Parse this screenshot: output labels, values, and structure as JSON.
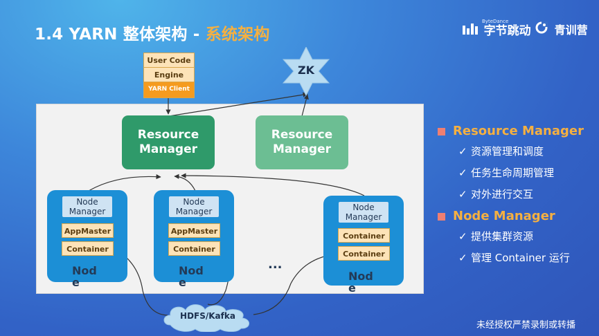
{
  "header": {
    "title_main": "1.4 YARN 整体架构 - ",
    "title_accent": "系统架构",
    "logo1_sub": "ByteDance",
    "logo1_text": "字节跳动",
    "logo2_text": "青训营"
  },
  "client_stack": [
    "User Code",
    "Engine",
    "YARN Client"
  ],
  "zk_label": "ZK",
  "resource_managers": [
    {
      "label": "Resource Manager"
    },
    {
      "label": "Resource Manager"
    }
  ],
  "nodes": [
    {
      "manager": "Node Manager",
      "boxes": [
        "AppMaster",
        "Container"
      ],
      "label": "Node"
    },
    {
      "manager": "Node Manager",
      "boxes": [
        "AppMaster",
        "Container"
      ],
      "label": "Node"
    },
    {
      "manager": "Node Manager",
      "boxes": [
        "Container",
        "Container"
      ],
      "label": "Node"
    }
  ],
  "ellipsis": "...",
  "storage_label": "HDFS/Kafka",
  "bullets": [
    {
      "title": "Resource Manager",
      "items": [
        "资源管理和调度",
        "任务生命周期管理",
        "对外进行交互"
      ]
    },
    {
      "title": "Node Manager",
      "items": [
        "提供集群资源",
        "管理 Container 运行"
      ]
    }
  ],
  "footer_note": "未经授权严禁录制或转播",
  "colors": {
    "title_accent": "#f5b041",
    "rm_active": "#2f9a6a",
    "rm_standby": "#6cbe93",
    "node_bg": "#1c8fd6",
    "bullet_square": "#ef7f72"
  }
}
